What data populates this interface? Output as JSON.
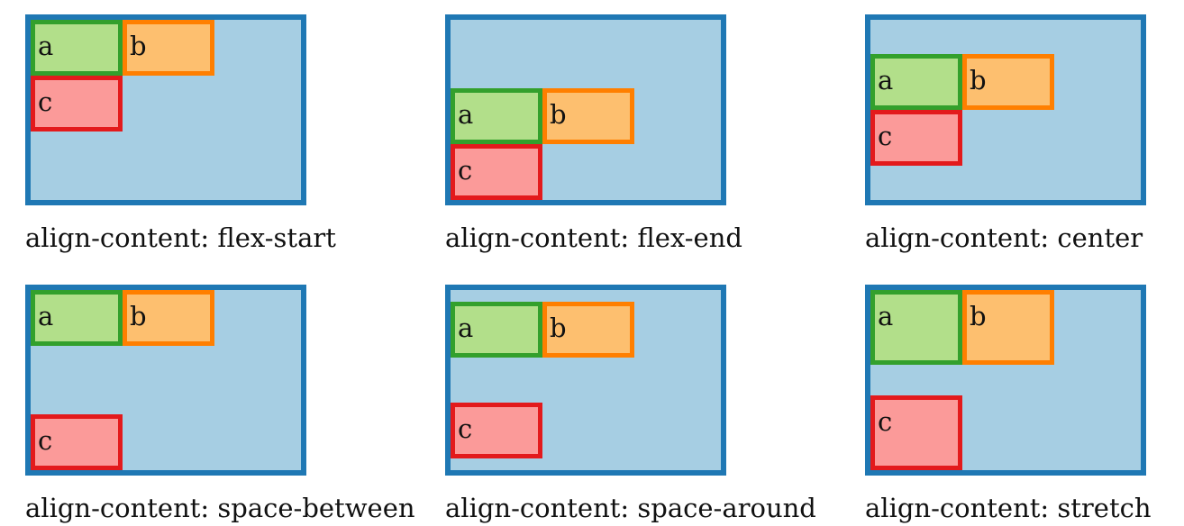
{
  "items": {
    "a": "a",
    "b": "b",
    "c": "c"
  },
  "colors": {
    "container_fill": "#a6cee3",
    "container_border": "#1f78b4",
    "item_a_fill": "#b2df8a",
    "item_a_border": "#33a02c",
    "item_b_fill": "#fdbf6f",
    "item_b_border": "#ff7f00",
    "item_c_fill": "#fb9a99",
    "item_c_border": "#e31a1c"
  },
  "diagrams": [
    {
      "value": "flex-start",
      "caption": "align-content: flex-start"
    },
    {
      "value": "flex-end",
      "caption": "align-content: flex-end"
    },
    {
      "value": "center",
      "caption": "align-content: center"
    },
    {
      "value": "space-between",
      "caption": "align-content: space-between"
    },
    {
      "value": "space-around",
      "caption": "align-content: space-around"
    },
    {
      "value": "stretch",
      "caption": "align-content: stretch"
    }
  ]
}
